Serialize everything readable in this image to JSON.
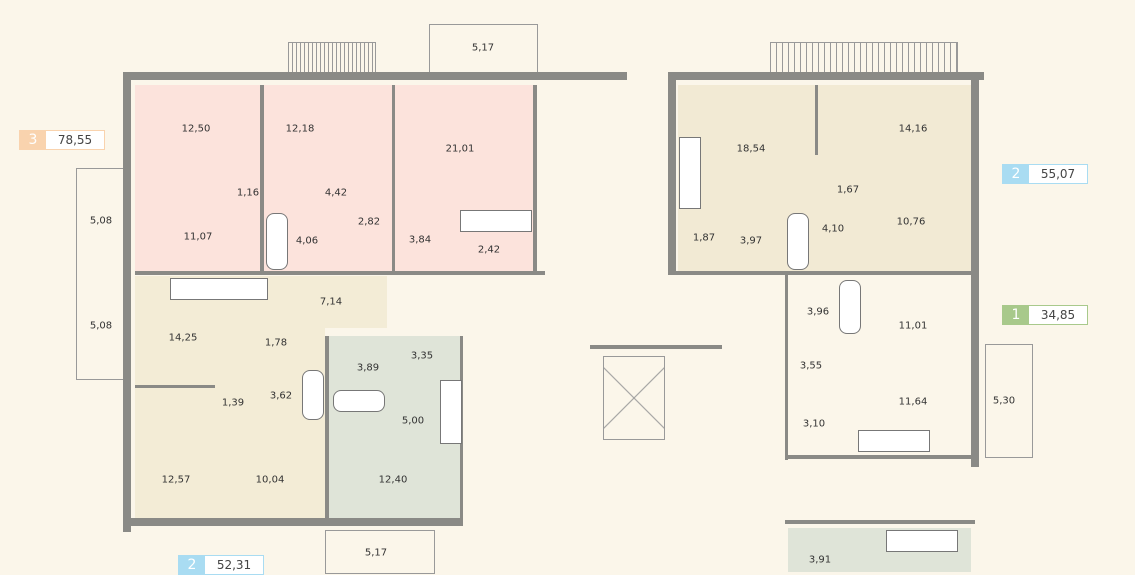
{
  "badges": [
    {
      "rooms": "3",
      "area": "78,55",
      "color": "#f9d3ae"
    },
    {
      "rooms": "2",
      "area": "55,07",
      "color": "#a9dcf2"
    },
    {
      "rooms": "1",
      "area": "34,85",
      "color": "#a8c98b"
    },
    {
      "rooms": "2",
      "area": "52,31",
      "color": "#a9dcf2"
    }
  ],
  "rooms": [
    "12,50",
    "12,18",
    "21,01",
    "1,16",
    "4,42",
    "11,07",
    "4,06",
    "2,82",
    "3,84",
    "2,42",
    "18,54",
    "14,16",
    "1,67",
    "10,76",
    "1,87",
    "3,97",
    "4,10",
    "5,08",
    "5,08",
    "7,14",
    "14,25",
    "1,78",
    "3,89",
    "3,35",
    "1,39",
    "3,62",
    "5,00",
    "12,57",
    "10,04",
    "12,40",
    "3,96",
    "11,01",
    "3,55",
    "11,64",
    "3,10",
    "5,30",
    "5,17",
    "5,17",
    "3,91"
  ],
  "colors": {
    "pink": "#fce3dc",
    "beige": "#f3ecd6",
    "green": "#dfe4d8",
    "background": "#fbf6ea"
  }
}
